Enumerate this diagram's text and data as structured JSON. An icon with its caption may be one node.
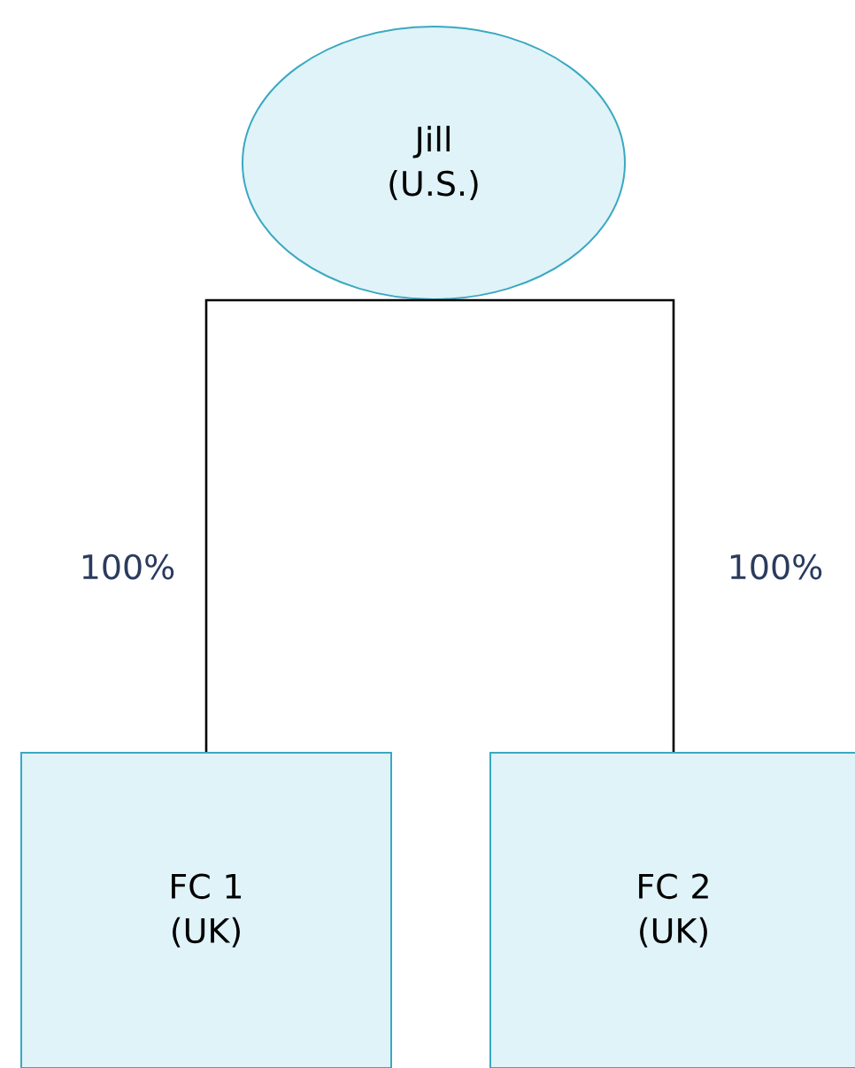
{
  "diagram": {
    "nodes": [
      {
        "text": [
          "Jill (U.S.)"
        ]
      },
      {
        "text": [
          "FC 1 (UK)"
        ]
      },
      {
        "text": [
          "FC 2 (UK)"
        ]
      }
    ],
    "edges": [
      {
        "from": 0,
        "to": 1,
        "arrow": "none",
        "label": "100%"
      },
      {
        "from": 0,
        "to": 2,
        "arrow": "none",
        "label": "100%"
      }
    ]
  }
}
